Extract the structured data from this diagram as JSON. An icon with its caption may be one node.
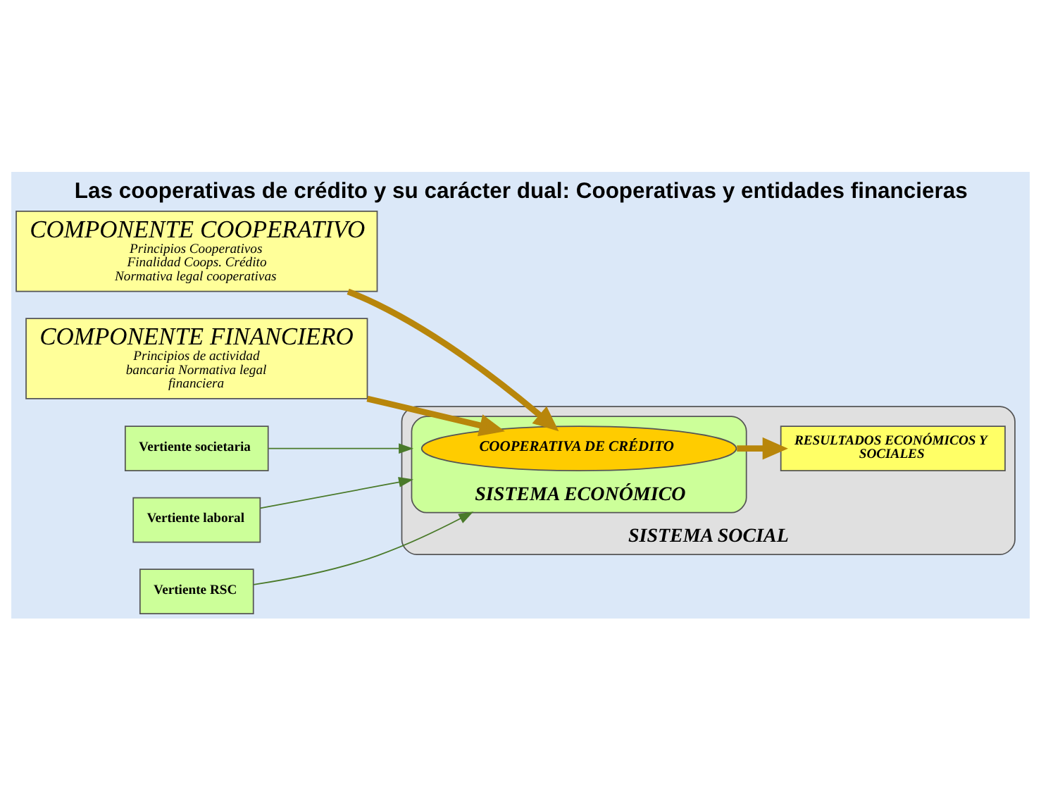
{
  "diagram": {
    "title": "Las cooperativas de crédito y su carácter dual: Cooperativas y entidades financieras",
    "nodes": [
      {
        "text": [
          "COMPONENTE COOPERATIVO",
          "Principios Cooperativos Finalidad Coops. Crédito Normativa legal cooperativas"
        ]
      },
      {
        "text": [
          "COMPONENTE FINANCIERO",
          "Principios de actividad bancaria Normativa legal financiera"
        ]
      },
      {
        "text": [
          "SISTEMA SOCIAL"
        ]
      },
      {
        "text": [
          "SISTEMA ECONÓMICO"
        ],
        "in": 2
      },
      {
        "text": [
          "COOPERATIVA DE CRÉDITO"
        ],
        "in": 3
      },
      {
        "text": [
          "RESULTADOS ECONÓMICOS Y SOCIALES"
        ],
        "in": 2
      },
      {
        "text": [
          "Vertiente societaria"
        ]
      },
      {
        "text": [
          "Vertiente laboral"
        ]
      },
      {
        "text": [
          "Vertiente RSC"
        ]
      }
    ],
    "edges": [
      {
        "from": 0,
        "to": 4,
        "arrow": "to",
        "style": "thick",
        "color": "#b8860b"
      },
      {
        "from": 1,
        "to": 4,
        "arrow": "to",
        "style": "thick",
        "color": "#b8860b"
      },
      {
        "from": 4,
        "to": 5,
        "arrow": "to",
        "style": "thick",
        "color": "#b8860b"
      },
      {
        "from": 6,
        "to": 3,
        "arrow": "to",
        "color": "#4a7a2a"
      },
      {
        "from": 7,
        "to": 3,
        "arrow": "to",
        "color": "#4a7a2a"
      },
      {
        "from": 8,
        "to": 3,
        "arrow": "to",
        "color": "#4a7a2a"
      }
    ]
  }
}
